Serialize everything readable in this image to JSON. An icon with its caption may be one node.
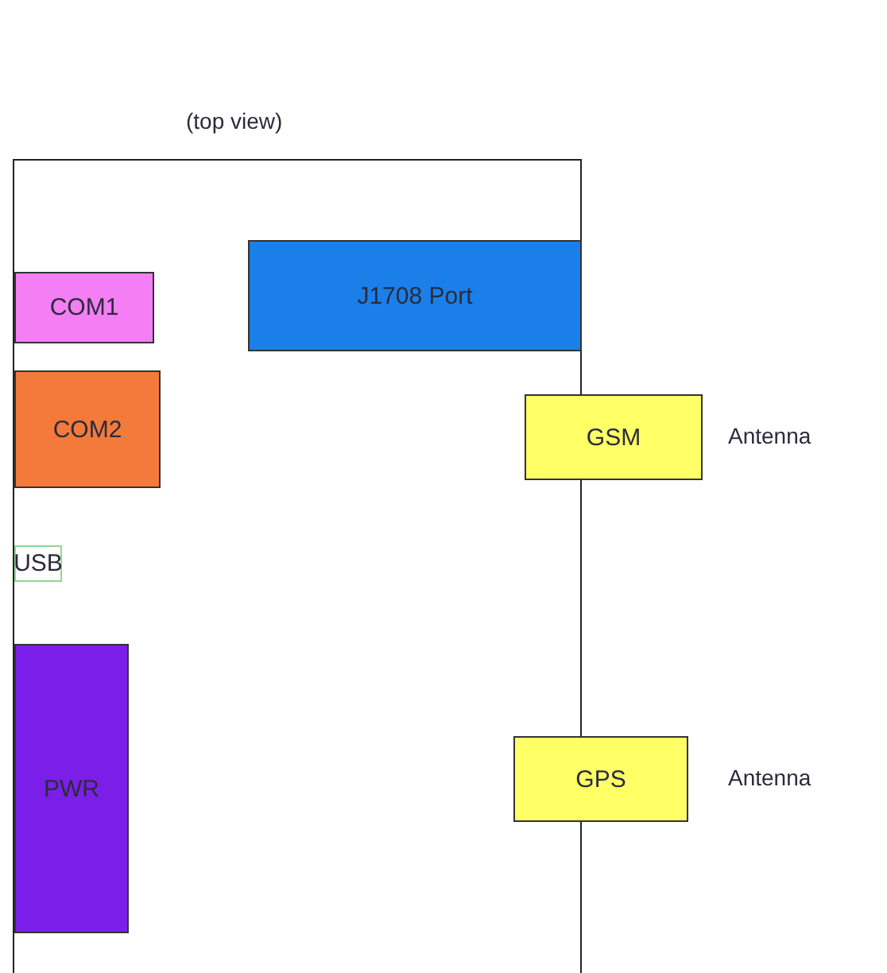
{
  "diagram": {
    "title": "(top view)",
    "nodes": [
      {
        "text": [],
        "shape": "box"
      },
      {
        "text": [
          "COM1"
        ],
        "in": 0
      },
      {
        "text": [
          "J1708 Port"
        ],
        "in": 0
      },
      {
        "text": [
          "COM2"
        ],
        "in": 0
      },
      {
        "text": [
          "GSM"
        ],
        "beside": [
          "Antenna"
        ]
      },
      {
        "text": [
          "USB"
        ],
        "in": 0
      },
      {
        "text": [
          "PWR"
        ],
        "in": 0
      },
      {
        "text": [
          "GPS"
        ],
        "beside": [
          "Antenna"
        ]
      }
    ]
  }
}
